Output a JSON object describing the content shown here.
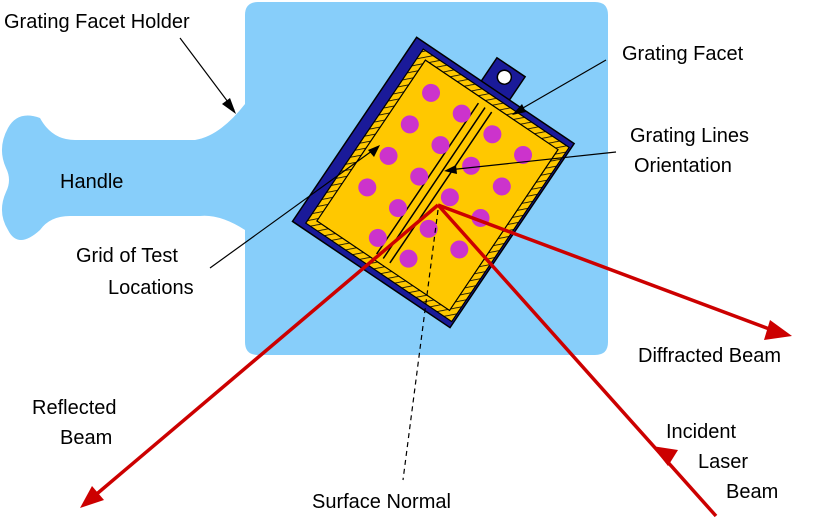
{
  "labels": {
    "holder": "Grating Facet Holder",
    "handle": "Handle",
    "facet": "Grating Facet",
    "lines_1": "Grating Lines",
    "lines_2": "Orientation",
    "grid_1": "Grid of Test",
    "grid_2": "Locations",
    "diffracted": "Diffracted Beam",
    "reflected_1": "Reflected",
    "reflected_2": "Beam",
    "incident_1": "Incident",
    "incident_2": "Laser",
    "incident_3": "Beam",
    "normal": "Surface Normal"
  },
  "colors": {
    "holder_fill": "#87CEFA",
    "frame_blue": "#1a1a99",
    "facet_yellow": "#FFC800",
    "dot_magenta": "#CC33CC",
    "beam_red": "#CC0000"
  }
}
